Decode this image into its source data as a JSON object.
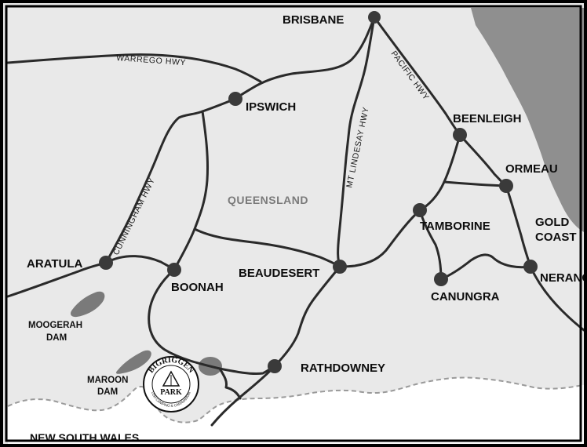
{
  "map": {
    "towns": {
      "brisbane": "BRISBANE",
      "ipswich": "IPSWICH",
      "beenleigh": "BEENLEIGH",
      "ormeau": "ORMEAU",
      "gold_coast_line1": "GOLD",
      "gold_coast_line2": "COAST",
      "tamborine": "TAMBORINE",
      "aratula": "ARATULA",
      "boonah": "BOONAH",
      "beaudesert": "BEAUDESERT",
      "nerang": "NERANG",
      "canungra": "CANUNGRA",
      "rathdowney": "RATHDOWNEY"
    },
    "region": "QUEENSLAND",
    "state_border_label": "NEW SOUTH WALES",
    "highways": {
      "warrego": "WARREGO HWY",
      "pacific": "PACIFIC HWY",
      "mt_lindesay": "MT LINDESAY HWY",
      "cunningham": "CUNNINGHAM HWY"
    },
    "dams": {
      "moogerah_line1": "MOOGERAH",
      "moogerah_line2": "DAM",
      "maroon_line1": "MAROON",
      "maroon_line2": "DAM"
    },
    "logo": {
      "top": "BIGRIGGEN",
      "bottom": "PARK",
      "ring": "BUSH CAMPING & CARAVANNING"
    },
    "colors": {
      "land": "#e9e9e9",
      "sea": "#8f8f8f",
      "nsw": "#ffffff",
      "roads": "#2a2a2a",
      "water": "#7a7a7a"
    }
  }
}
